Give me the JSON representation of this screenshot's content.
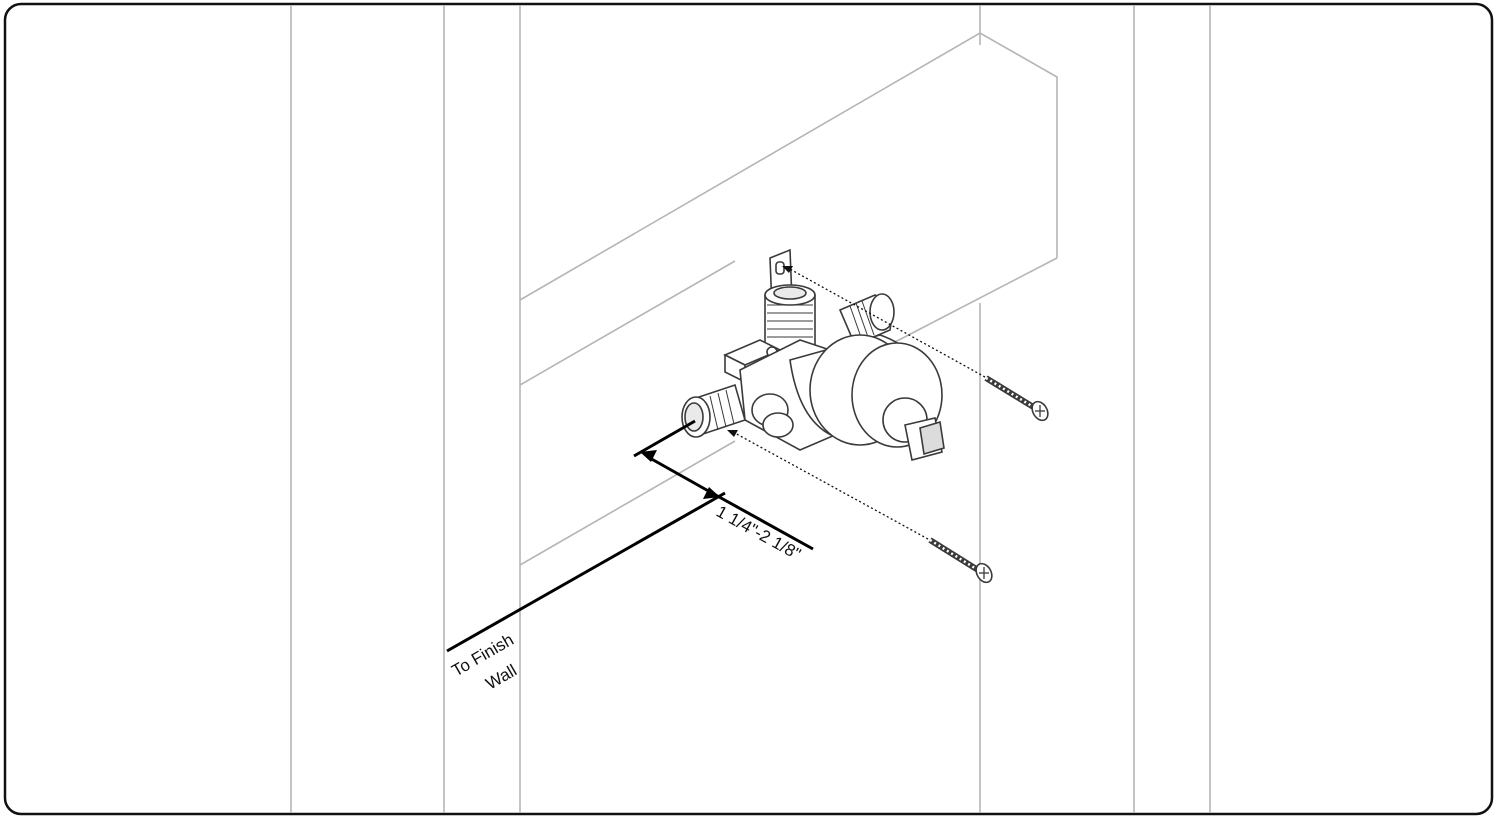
{
  "labels": {
    "dimension": "1 1/4\"-2 1/8\"",
    "finish_wall_line1": "To Finish",
    "finish_wall_line2": "Wall"
  },
  "colors": {
    "framing": "#b5b5b5",
    "valve_outline": "#3a3a3a",
    "dimension": "#000000",
    "border": "#111111"
  }
}
